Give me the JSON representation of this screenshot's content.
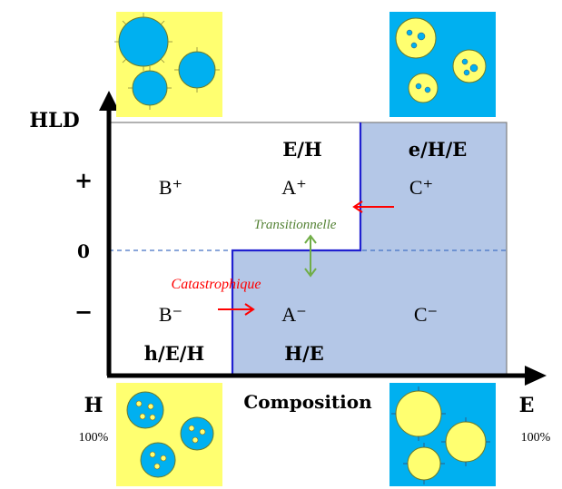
{
  "axis": {
    "y_label": "HLD",
    "x_label": "Composition",
    "plus_label": "+",
    "zero_label": "0",
    "minus_label": "−",
    "left_end_label": "H",
    "left_end_percent": "100%",
    "right_end_label": "E",
    "right_end_percent": "100%"
  },
  "regions": {
    "top_middle_type": "E/H",
    "top_right_type": "e/H/E",
    "bottom_left_type": "h/E/H",
    "bottom_middle_type": "H/E",
    "b_plus": "B⁺",
    "a_plus": "A⁺",
    "c_plus": "C⁺",
    "b_minus": "B⁻",
    "a_minus": "A⁻",
    "c_minus": "C⁻"
  },
  "annotations": {
    "transitional": "Transitionnelle",
    "catastrophic": "Catastrophique"
  },
  "colors": {
    "yellow": "#FFFF70",
    "blue": "#00B0F0",
    "shaded_region": "#B4C7E7",
    "boundary_line": "#2020D0",
    "transitional_green": "#70AD47",
    "catastrophic_red": "#FF0000",
    "zero_line": "#4472C4"
  }
}
